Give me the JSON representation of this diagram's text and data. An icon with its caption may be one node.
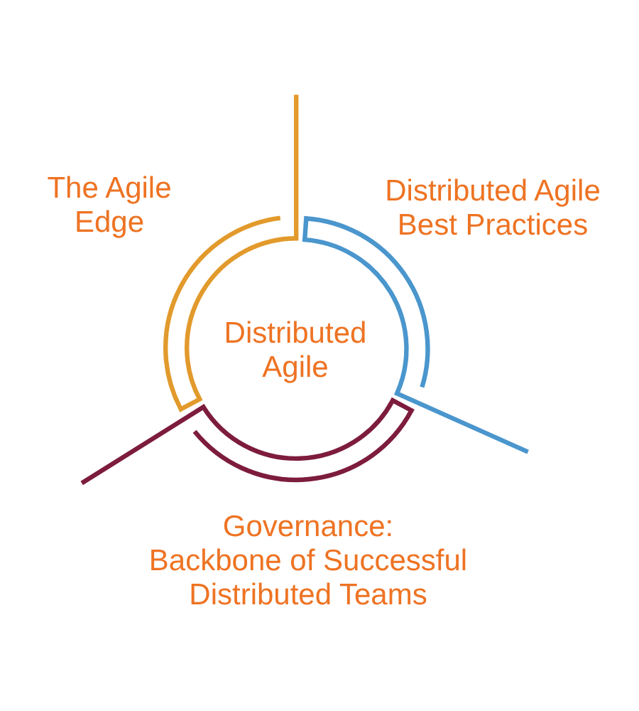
{
  "diagram": {
    "nodes": [
      {
        "text": [],
        "shape": "arc",
        "beside": [
          "The Agile Edge"
        ]
      },
      {
        "text": [],
        "shape": "arc",
        "beside": [
          "Distributed Agile Best Practices"
        ]
      },
      {
        "text": [],
        "shape": "arc",
        "beside": [
          "Governance:",
          "Backbone of Successful Distributed Teams"
        ]
      }
    ],
    "labels": [
      "Distributed Agile"
    ]
  }
}
